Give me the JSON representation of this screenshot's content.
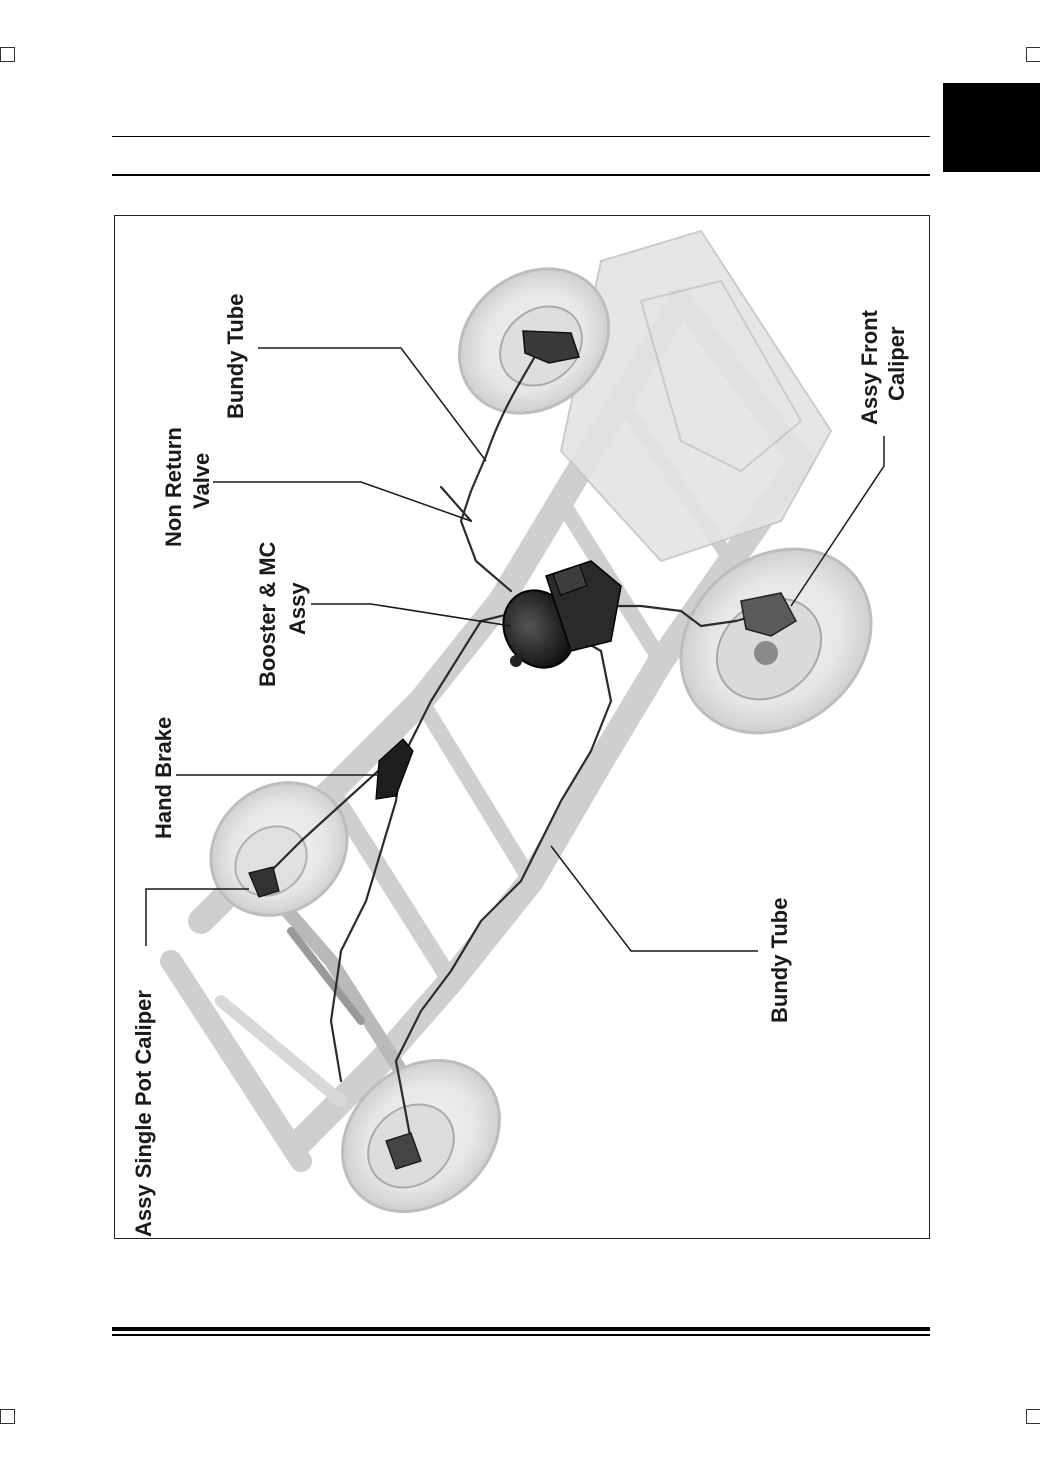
{
  "diagram": {
    "labels": {
      "assy_single_pot_caliper": "Assy Single Pot Caliper",
      "hand_brake": "Hand Brake",
      "booster_mc_line1": "Booster & MC",
      "booster_mc_line2": "Assy",
      "non_return_line1": "Non Return",
      "non_return_line2": "Valve",
      "bundy_tube_top": "Bundy Tube",
      "bundy_tube_bottom": "Bundy Tube",
      "assy_front_caliper_line1": "Assy Front",
      "assy_front_caliper_line2": "Caliper"
    }
  }
}
